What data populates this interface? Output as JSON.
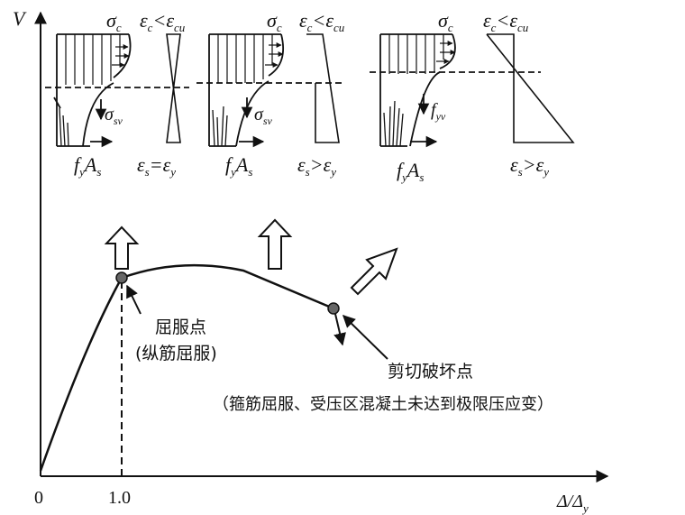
{
  "axes": {
    "y_label": "V",
    "x_label": "Δ/Δ",
    "x_label_sub": "y",
    "origin_label": "0",
    "x_tick_label": "1.0"
  },
  "annotations": {
    "yield_point": {
      "title": "屈服点",
      "subtitle": "(纵筋屈服)"
    },
    "shear_failure_point": {
      "title": "剪切破坏点",
      "subtitle": "（箍筋屈服、受压区混凝土未达到极限压应变）"
    }
  },
  "panels": [
    {
      "sigma_c": "σ",
      "sigma_c_sub": "c",
      "eps_left": "ε",
      "eps_left_sub": "c",
      "op_top": "<",
      "eps_right": "ε",
      "eps_right_sub": "cu",
      "stirrup_label": "σ",
      "stirrup_label_sub": "sv",
      "steel_f": "f",
      "steel_f_sub": "y",
      "steel_A": "A",
      "steel_A_sub": "s",
      "eps_s": "ε",
      "eps_s_sub": "s",
      "op_bottom": "=",
      "eps_y": "ε",
      "eps_y_sub": "y"
    },
    {
      "sigma_c": "σ",
      "sigma_c_sub": "c",
      "eps_left": "ε",
      "eps_left_sub": "c",
      "op_top": "<",
      "eps_right": "ε",
      "eps_right_sub": "cu",
      "stirrup_label": "σ",
      "stirrup_label_sub": "sv",
      "steel_f": "f",
      "steel_f_sub": "y",
      "steel_A": "A",
      "steel_A_sub": "s",
      "eps_s": "ε",
      "eps_s_sub": "s",
      "op_bottom": ">",
      "eps_y": "ε",
      "eps_y_sub": "y"
    },
    {
      "sigma_c": "σ",
      "sigma_c_sub": "c",
      "eps_left": "ε",
      "eps_left_sub": "c",
      "op_top": "<",
      "eps_right": "ε",
      "eps_right_sub": "cu",
      "stirrup_label": "f",
      "stirrup_label_sub": "yv",
      "steel_f": "f",
      "steel_f_sub": "y",
      "steel_A": "A",
      "steel_A_sub": "s",
      "eps_s": "ε",
      "eps_s_sub": "s",
      "op_bottom": ">",
      "eps_y": "ε",
      "eps_y_sub": "y"
    }
  ],
  "colors": {
    "line": "#111111",
    "point_fill": "#666666"
  }
}
